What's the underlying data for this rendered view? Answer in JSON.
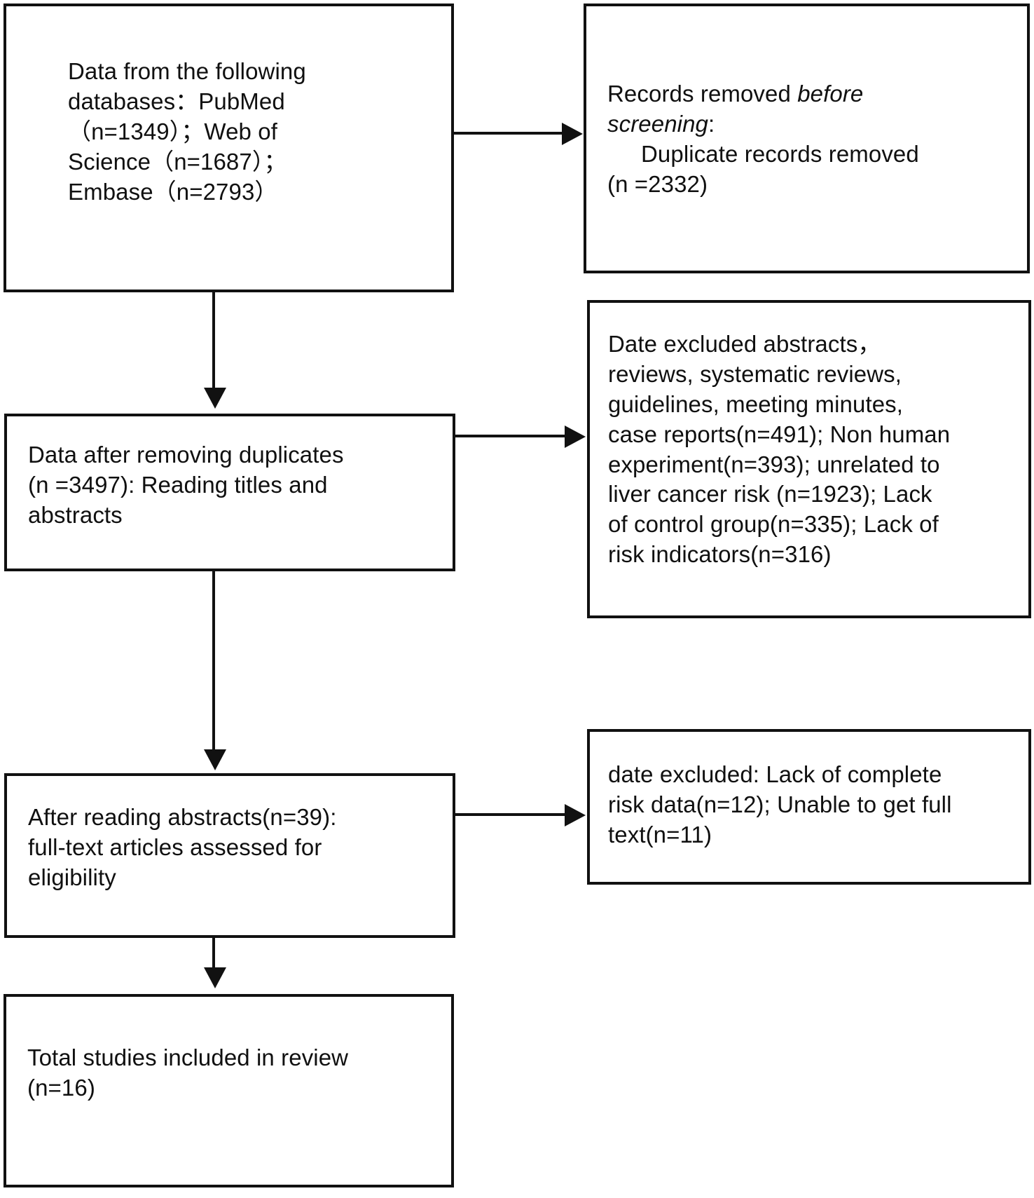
{
  "diagram": {
    "type": "PRISMA study selection flow diagram",
    "boxes": {
      "identification": {
        "text": "Data from the following\ndatabases：PubMed\n（n=1349）；Web of\nScience（n=1687）；\nEmbase（n=2793）",
        "counts": {
          "PubMed": 1349,
          "Web of Science": 1687,
          "Embase": 2793
        }
      },
      "records_removed": {
        "line1_normal": "Records removed ",
        "line1_italic": "before",
        "line2_italic": "screening",
        "line2_normal": ":",
        "line3": "Duplicate records removed",
        "line4": "(n =2332)",
        "counts": {
          "duplicates_removed": 2332
        }
      },
      "after_duplicates": {
        "text": "Data after removing duplicates\n(n =3497): Reading titles and\nabstracts",
        "counts": {
          "records_screened": 3497
        }
      },
      "date_excluded_abstracts": {
        "text": "Date excluded abstracts，\nreviews, systematic reviews,\nguidelines, meeting minutes,\ncase reports(n=491); Non human\nexperiment(n=393); unrelated to\nliver cancer risk (n=1923); Lack\nof control group(n=335); Lack of\nrisk indicators(n=316)",
        "counts": {
          "case_reports": 491,
          "non_human_experiment": 393,
          "unrelated_to_liver_cancer_risk": 1923,
          "lack_of_control_group": 335,
          "lack_of_risk_indicators": 316
        }
      },
      "after_abstracts": {
        "text": "After reading abstracts(n=39):\nfull-text articles assessed for\neligibility",
        "counts": {
          "full_text_assessed": 39
        }
      },
      "fulltext_excluded": {
        "text": "date excluded: Lack of complete\nrisk data(n=12); Unable to get full\ntext(n=11)",
        "counts": {
          "lack_of_complete_risk_data": 12,
          "unable_to_get_full_text": 11
        }
      },
      "total_included": {
        "text": "Total studies included in review\n(n=16)",
        "counts": {
          "studies_included": 16
        }
      }
    },
    "connectors": [
      {
        "name": "identification-to-removed",
        "direction": "right"
      },
      {
        "name": "identification-to-after-duplicates",
        "direction": "down"
      },
      {
        "name": "after-duplicates-to-date-excluded",
        "direction": "right"
      },
      {
        "name": "after-duplicates-to-after-abstracts",
        "direction": "down"
      },
      {
        "name": "after-abstracts-to-fulltext-excluded",
        "direction": "right"
      },
      {
        "name": "after-abstracts-to-total-included",
        "direction": "down"
      }
    ],
    "colors": {
      "line": "#111111",
      "text": "#101010",
      "background": "#ffffff"
    }
  }
}
